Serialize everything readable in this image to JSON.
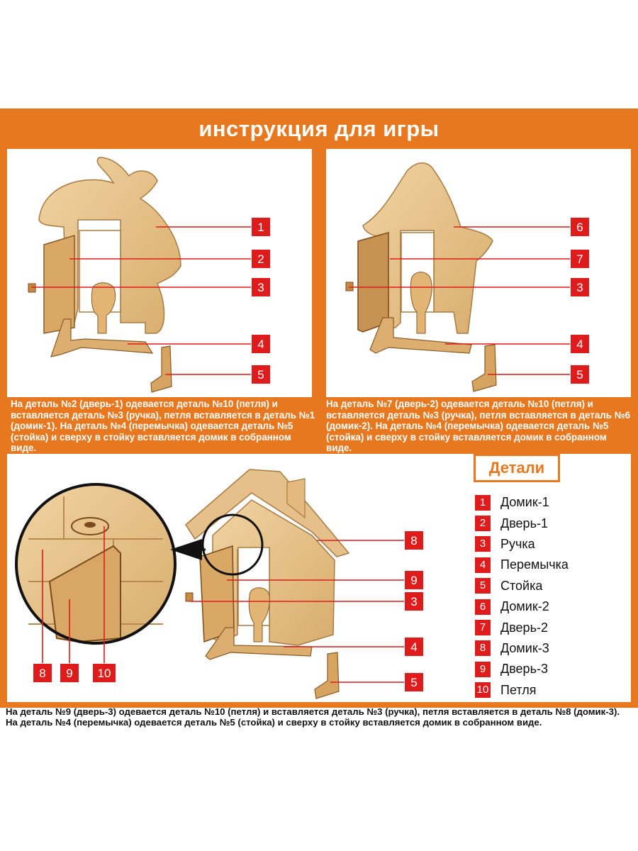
{
  "title": "инструкция для игры",
  "panels": {
    "left": {
      "instruction": "На деталь №2 (дверь-1) одевается деталь №10 (петля) и вставляется деталь №3 (ручка), петля вставляется в деталь №1 (домик-1). На деталь №4 (перемычка) одевается деталь №5 (стойка) и сверху в стойку вставляется домик в собранном виде.",
      "callouts": [
        "1",
        "2",
        "3",
        "4",
        "5"
      ]
    },
    "right": {
      "instruction": "На деталь №7 (дверь-2) одевается деталь №10 (петля) и вставляется деталь №3 (ручка), петля вставляется в деталь №6 (домик-2). На деталь №4 (перемычка) одевается деталь №5 (стойка) и сверху в стойку вставляется домик в собранном виде.",
      "callouts": [
        "6",
        "7",
        "3",
        "4",
        "5"
      ]
    },
    "bottom": {
      "instruction": "На деталь №9 (дверь-3) одевается деталь №10 (петля) и вставляется деталь №3 (ручка), петля вставляется в деталь №8 (домик-3). На деталь №4 (перемычка) одевается деталь №5 (стойка) и сверху в стойку вставляется домик в собранном виде.",
      "callouts": [
        "8",
        "9",
        "3",
        "4",
        "5"
      ],
      "zoom_callouts": [
        "8",
        "9",
        "10"
      ]
    }
  },
  "legend": {
    "title": "Детали",
    "items": [
      {
        "num": "1",
        "label": "Домик-1"
      },
      {
        "num": "2",
        "label": "Дверь-1"
      },
      {
        "num": "3",
        "label": "Ручка"
      },
      {
        "num": "4",
        "label": "Перемычка"
      },
      {
        "num": "5",
        "label": "Стойка"
      },
      {
        "num": "6",
        "label": "Домик-2"
      },
      {
        "num": "7",
        "label": "Дверь-2"
      },
      {
        "num": "8",
        "label": "Домик-3"
      },
      {
        "num": "9",
        "label": "Дверь-3"
      },
      {
        "num": "10",
        "label": "Петля"
      }
    ]
  },
  "colors": {
    "accent": "#e8781f",
    "badge": "#e01b1b",
    "wood": "#e9c48e",
    "wood_dark": "#b98a4e"
  }
}
